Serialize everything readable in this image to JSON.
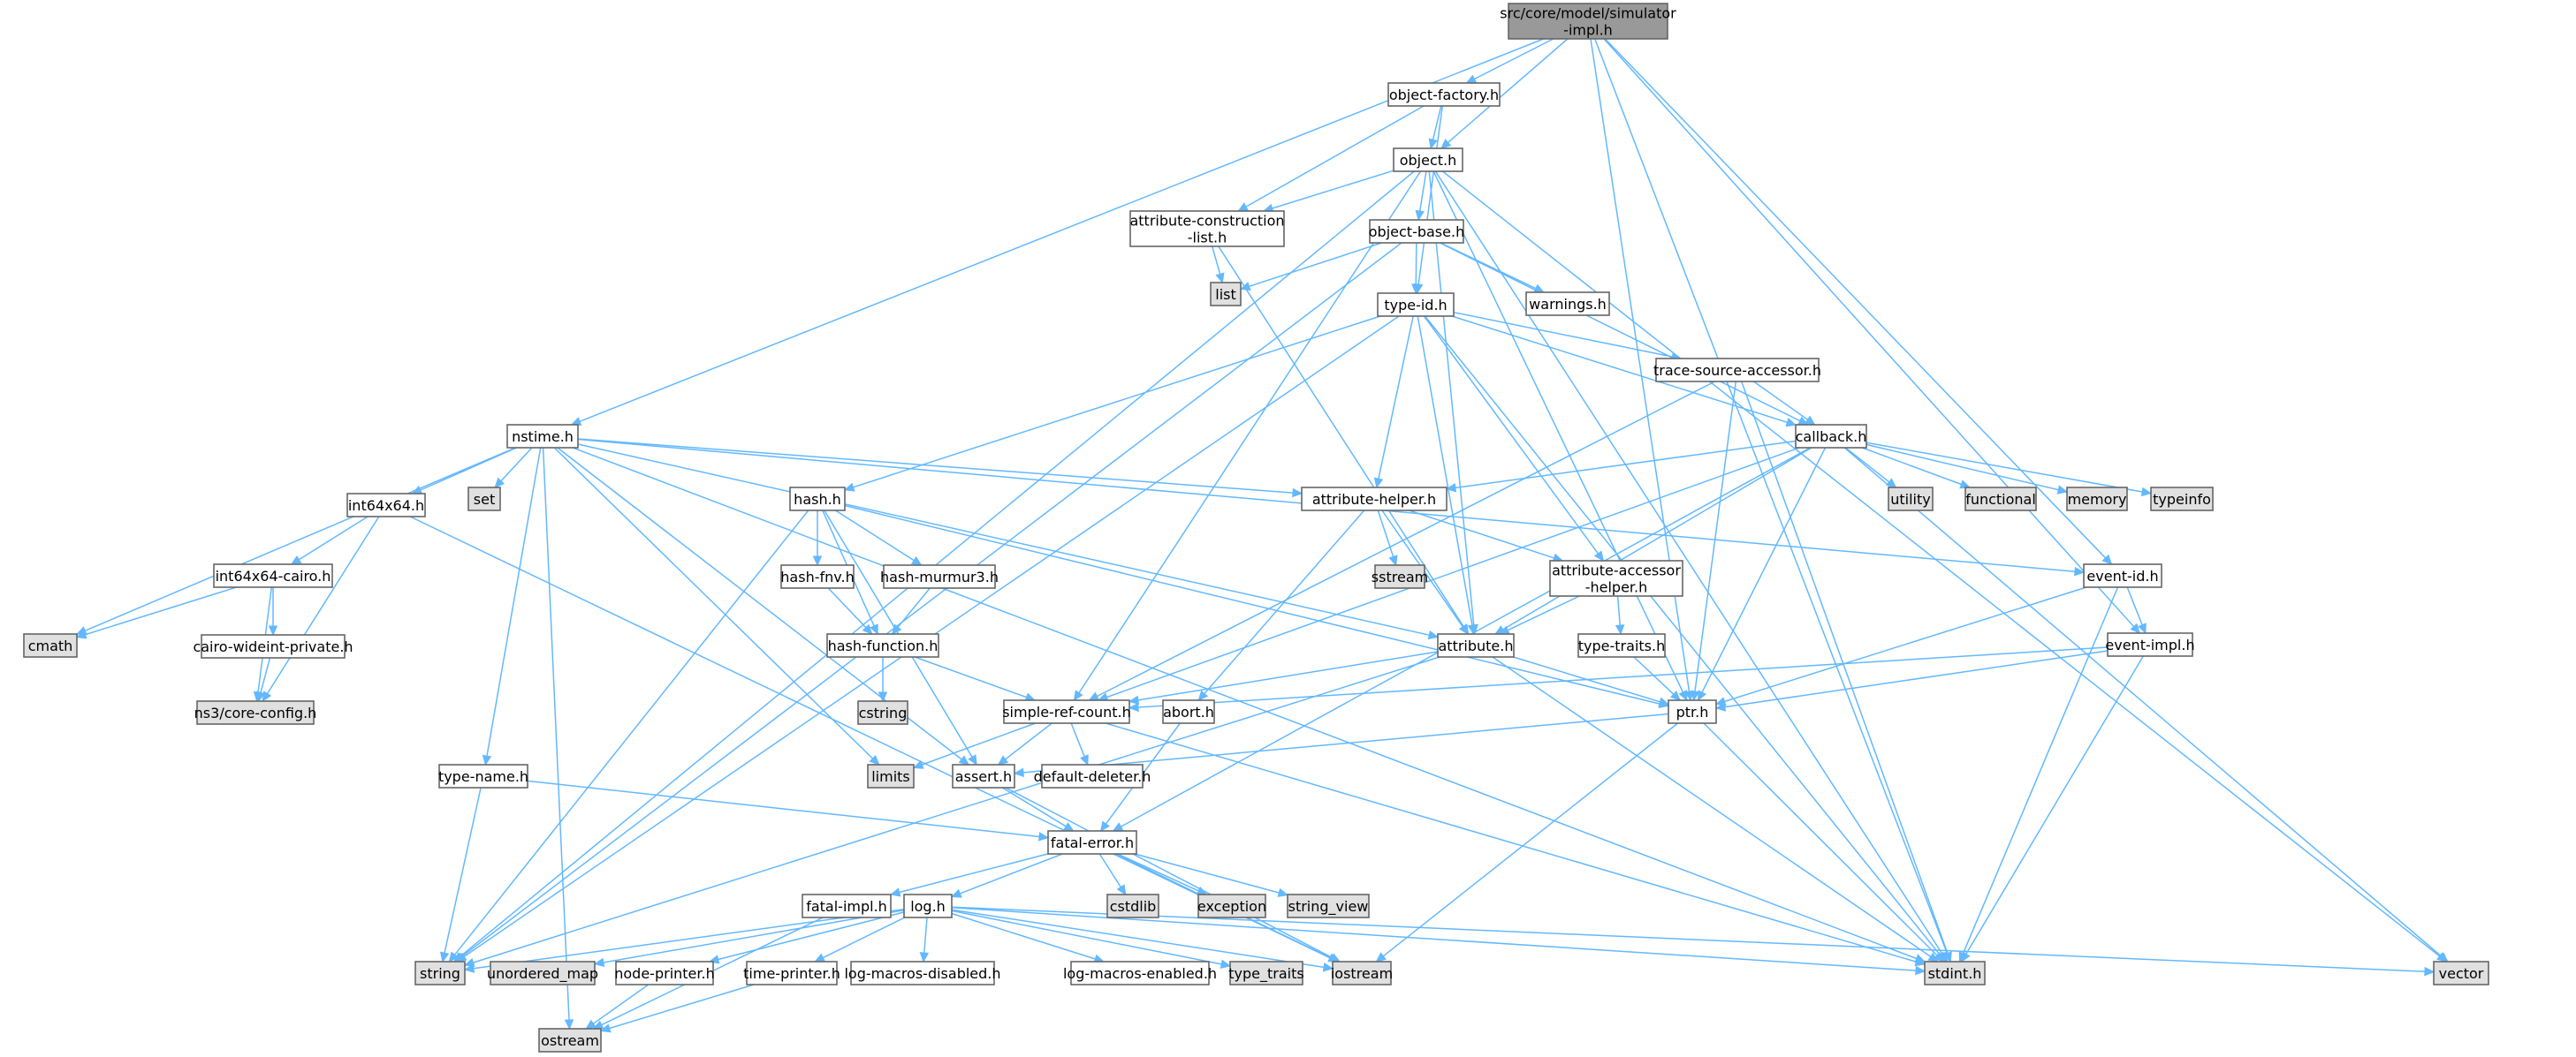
{
  "diagram": {
    "nodes": [
      {
        "id": "simimpl",
        "lines": [
          "src/core/model/simulator",
          "-impl.h"
        ],
        "kind": "root"
      },
      {
        "id": "objectfactory",
        "lines": [
          "object-factory.h"
        ],
        "kind": "file"
      },
      {
        "id": "object",
        "lines": [
          "object.h"
        ],
        "kind": "file"
      },
      {
        "id": "attrconst",
        "lines": [
          "attribute-construction",
          "-list.h"
        ],
        "kind": "file"
      },
      {
        "id": "objectbase",
        "lines": [
          "object-base.h"
        ],
        "kind": "file"
      },
      {
        "id": "list",
        "lines": [
          "list"
        ],
        "kind": "system"
      },
      {
        "id": "typeid",
        "lines": [
          "type-id.h"
        ],
        "kind": "file"
      },
      {
        "id": "warnings",
        "lines": [
          "warnings.h"
        ],
        "kind": "file"
      },
      {
        "id": "tracesrc",
        "lines": [
          "trace-source-accessor.h"
        ],
        "kind": "file"
      },
      {
        "id": "callback",
        "lines": [
          "callback.h"
        ],
        "kind": "file"
      },
      {
        "id": "nstime",
        "lines": [
          "nstime.h"
        ],
        "kind": "file"
      },
      {
        "id": "hash",
        "lines": [
          "hash.h"
        ],
        "kind": "file"
      },
      {
        "id": "attrhelper",
        "lines": [
          "attribute-helper.h"
        ],
        "kind": "file"
      },
      {
        "id": "int64x64",
        "lines": [
          "int64x64.h"
        ],
        "kind": "file"
      },
      {
        "id": "set",
        "lines": [
          "set"
        ],
        "kind": "system"
      },
      {
        "id": "utility",
        "lines": [
          "utility"
        ],
        "kind": "system"
      },
      {
        "id": "functional",
        "lines": [
          "functional"
        ],
        "kind": "system"
      },
      {
        "id": "memory",
        "lines": [
          "memory"
        ],
        "kind": "system"
      },
      {
        "id": "typeinfo",
        "lines": [
          "typeinfo"
        ],
        "kind": "system"
      },
      {
        "id": "attraccessor",
        "lines": [
          "attribute-accessor",
          "-helper.h"
        ],
        "kind": "file"
      },
      {
        "id": "sstream",
        "lines": [
          "sstream"
        ],
        "kind": "system"
      },
      {
        "id": "eventid",
        "lines": [
          "event-id.h"
        ],
        "kind": "file"
      },
      {
        "id": "int64cairo",
        "lines": [
          "int64x64-cairo.h"
        ],
        "kind": "file"
      },
      {
        "id": "hashfnv",
        "lines": [
          "hash-fnv.h"
        ],
        "kind": "file"
      },
      {
        "id": "hashmurmur",
        "lines": [
          "hash-murmur3.h"
        ],
        "kind": "file"
      },
      {
        "id": "cmath",
        "lines": [
          "cmath"
        ],
        "kind": "system"
      },
      {
        "id": "cairowide",
        "lines": [
          "cairo-wideint-private.h"
        ],
        "kind": "file"
      },
      {
        "id": "hashfunc",
        "lines": [
          "hash-function.h"
        ],
        "kind": "file"
      },
      {
        "id": "attribute",
        "lines": [
          "attribute.h"
        ],
        "kind": "file"
      },
      {
        "id": "typetraitsh",
        "lines": [
          "type-traits.h"
        ],
        "kind": "file"
      },
      {
        "id": "eventimpl",
        "lines": [
          "event-impl.h"
        ],
        "kind": "file"
      },
      {
        "id": "nscoreconfig",
        "lines": [
          "ns3/core-config.h"
        ],
        "kind": "system"
      },
      {
        "id": "cstring",
        "lines": [
          "cstring"
        ],
        "kind": "system"
      },
      {
        "id": "simplerefcount",
        "lines": [
          "simple-ref-count.h"
        ],
        "kind": "file"
      },
      {
        "id": "abort",
        "lines": [
          "abort.h"
        ],
        "kind": "file"
      },
      {
        "id": "ptr",
        "lines": [
          "ptr.h"
        ],
        "kind": "file"
      },
      {
        "id": "typename",
        "lines": [
          "type-name.h"
        ],
        "kind": "file"
      },
      {
        "id": "limits",
        "lines": [
          "limits"
        ],
        "kind": "system"
      },
      {
        "id": "assert",
        "lines": [
          "assert.h"
        ],
        "kind": "file"
      },
      {
        "id": "defdeleter",
        "lines": [
          "default-deleter.h"
        ],
        "kind": "file"
      },
      {
        "id": "fatalerror",
        "lines": [
          "fatal-error.h"
        ],
        "kind": "file"
      },
      {
        "id": "fatalimpl",
        "lines": [
          "fatal-impl.h"
        ],
        "kind": "file"
      },
      {
        "id": "log",
        "lines": [
          "log.h"
        ],
        "kind": "file"
      },
      {
        "id": "cstdlib",
        "lines": [
          "cstdlib"
        ],
        "kind": "system"
      },
      {
        "id": "exception",
        "lines": [
          "exception"
        ],
        "kind": "system"
      },
      {
        "id": "stringview",
        "lines": [
          "string_view"
        ],
        "kind": "system"
      },
      {
        "id": "string",
        "lines": [
          "string"
        ],
        "kind": "system"
      },
      {
        "id": "unorderedmap",
        "lines": [
          "unordered_map"
        ],
        "kind": "system"
      },
      {
        "id": "nodeprinter",
        "lines": [
          "node-printer.h"
        ],
        "kind": "file"
      },
      {
        "id": "timeprinter",
        "lines": [
          "time-printer.h"
        ],
        "kind": "file"
      },
      {
        "id": "logmacrosdis",
        "lines": [
          "log-macros-disabled.h"
        ],
        "kind": "file"
      },
      {
        "id": "logmacrosen",
        "lines": [
          "log-macros-enabled.h"
        ],
        "kind": "file"
      },
      {
        "id": "typetraits",
        "lines": [
          "type_traits"
        ],
        "kind": "system"
      },
      {
        "id": "iostream",
        "lines": [
          "iostream"
        ],
        "kind": "system"
      },
      {
        "id": "stdint",
        "lines": [
          "stdint.h"
        ],
        "kind": "system"
      },
      {
        "id": "vector",
        "lines": [
          "vector"
        ],
        "kind": "system"
      },
      {
        "id": "ostream",
        "lines": [
          "ostream"
        ],
        "kind": "system"
      }
    ],
    "edges": [
      [
        "simimpl",
        "objectfactory"
      ],
      [
        "simimpl",
        "object"
      ],
      [
        "simimpl",
        "nstime"
      ],
      [
        "simimpl",
        "ptr"
      ],
      [
        "simimpl",
        "eventid"
      ],
      [
        "simimpl",
        "eventimpl"
      ],
      [
        "simimpl",
        "stdint"
      ],
      [
        "objectfactory",
        "object"
      ],
      [
        "objectfactory",
        "attrconst"
      ],
      [
        "objectfactory",
        "typeid"
      ],
      [
        "object",
        "attrconst"
      ],
      [
        "object",
        "objectbase"
      ],
      [
        "object",
        "ptr"
      ],
      [
        "object",
        "attribute"
      ],
      [
        "object",
        "simplerefcount"
      ],
      [
        "object",
        "string"
      ],
      [
        "object",
        "vector"
      ],
      [
        "object",
        "stdint"
      ],
      [
        "attrconst",
        "list"
      ],
      [
        "attrconst",
        "attribute"
      ],
      [
        "objectbase",
        "typeid"
      ],
      [
        "objectbase",
        "warnings"
      ],
      [
        "objectbase",
        "callback"
      ],
      [
        "objectbase",
        "list"
      ],
      [
        "objectbase",
        "string"
      ],
      [
        "typeid",
        "hash"
      ],
      [
        "typeid",
        "attrhelper"
      ],
      [
        "typeid",
        "attraccessor"
      ],
      [
        "typeid",
        "tracesrc"
      ],
      [
        "typeid",
        "callback"
      ],
      [
        "typeid",
        "attribute"
      ],
      [
        "typeid",
        "string"
      ],
      [
        "typeid",
        "stdint"
      ],
      [
        "tracesrc",
        "callback"
      ],
      [
        "tracesrc",
        "ptr"
      ],
      [
        "tracesrc",
        "simplerefcount"
      ],
      [
        "tracesrc",
        "stdint"
      ],
      [
        "callback",
        "attrhelper"
      ],
      [
        "callback",
        "attribute"
      ],
      [
        "callback",
        "ptr"
      ],
      [
        "callback",
        "simplerefcount"
      ],
      [
        "callback",
        "fatalerror"
      ],
      [
        "callback",
        "utility"
      ],
      [
        "callback",
        "functional"
      ],
      [
        "callback",
        "memory"
      ],
      [
        "callback",
        "typeinfo"
      ],
      [
        "callback",
        "vector"
      ],
      [
        "nstime",
        "int64x64"
      ],
      [
        "nstime",
        "set"
      ],
      [
        "nstime",
        "typename"
      ],
      [
        "nstime",
        "attrhelper"
      ],
      [
        "nstime",
        "attribute"
      ],
      [
        "nstime",
        "eventid"
      ],
      [
        "nstime",
        "assert"
      ],
      [
        "nstime",
        "limits"
      ],
      [
        "nstime",
        "cmath"
      ],
      [
        "nstime",
        "ostream"
      ],
      [
        "nstime",
        "stdint"
      ],
      [
        "hash",
        "hashfnv"
      ],
      [
        "hash",
        "hashmurmur"
      ],
      [
        "hash",
        "hashfunc"
      ],
      [
        "hash",
        "ptr"
      ],
      [
        "hash",
        "assert"
      ],
      [
        "hash",
        "string"
      ],
      [
        "hashfnv",
        "hashfunc"
      ],
      [
        "hashmurmur",
        "hashfunc"
      ],
      [
        "hashfunc",
        "simplerefcount"
      ],
      [
        "hashfunc",
        "cstring"
      ],
      [
        "attrhelper",
        "attraccessor"
      ],
      [
        "attrhelper",
        "attribute"
      ],
      [
        "attrhelper",
        "abort"
      ],
      [
        "attrhelper",
        "sstream"
      ],
      [
        "attraccessor",
        "attribute"
      ],
      [
        "attraccessor",
        "typetraitsh"
      ],
      [
        "typetraitsh",
        "ptr"
      ],
      [
        "attribute",
        "ptr"
      ],
      [
        "attribute",
        "simplerefcount"
      ],
      [
        "attribute",
        "string"
      ],
      [
        "attribute",
        "stdint"
      ],
      [
        "int64x64",
        "int64cairo"
      ],
      [
        "int64x64",
        "nscoreconfig"
      ],
      [
        "int64x64",
        "iostream"
      ],
      [
        "int64cairo",
        "cairowide"
      ],
      [
        "int64cairo",
        "nscoreconfig"
      ],
      [
        "int64cairo",
        "cmath"
      ],
      [
        "cairowide",
        "nscoreconfig"
      ],
      [
        "eventid",
        "eventimpl"
      ],
      [
        "eventid",
        "ptr"
      ],
      [
        "eventid",
        "stdint"
      ],
      [
        "eventimpl",
        "simplerefcount"
      ],
      [
        "eventimpl",
        "ptr"
      ],
      [
        "eventimpl",
        "stdint"
      ],
      [
        "simplerefcount",
        "assert"
      ],
      [
        "simplerefcount",
        "defdeleter"
      ],
      [
        "simplerefcount",
        "limits"
      ],
      [
        "simplerefcount",
        "stdint"
      ],
      [
        "abort",
        "fatalerror"
      ],
      [
        "ptr",
        "assert"
      ],
      [
        "ptr",
        "iostream"
      ],
      [
        "ptr",
        "stdint"
      ],
      [
        "typename",
        "fatalerror"
      ],
      [
        "typename",
        "string"
      ],
      [
        "assert",
        "fatalerror"
      ],
      [
        "assert",
        "iostream"
      ],
      [
        "fatalerror",
        "fatalimpl"
      ],
      [
        "fatalerror",
        "log"
      ],
      [
        "fatalerror",
        "cstdlib"
      ],
      [
        "fatalerror",
        "exception"
      ],
      [
        "fatalerror",
        "stringview"
      ],
      [
        "fatalerror",
        "iostream"
      ],
      [
        "fatalimpl",
        "ostream"
      ],
      [
        "log",
        "string"
      ],
      [
        "log",
        "unorderedmap"
      ],
      [
        "log",
        "nodeprinter"
      ],
      [
        "log",
        "timeprinter"
      ],
      [
        "log",
        "logmacrosdis"
      ],
      [
        "log",
        "logmacrosen"
      ],
      [
        "log",
        "typetraits"
      ],
      [
        "log",
        "iostream"
      ],
      [
        "log",
        "stdint"
      ],
      [
        "log",
        "vector"
      ],
      [
        "nodeprinter",
        "ostream"
      ],
      [
        "timeprinter",
        "ostream"
      ]
    ],
    "colors": {
      "edge": "#63b8ff",
      "node_border": "#666666",
      "file_fill": "#ffffff",
      "system_fill": "#e0e0e0",
      "root_fill": "#999999"
    }
  }
}
